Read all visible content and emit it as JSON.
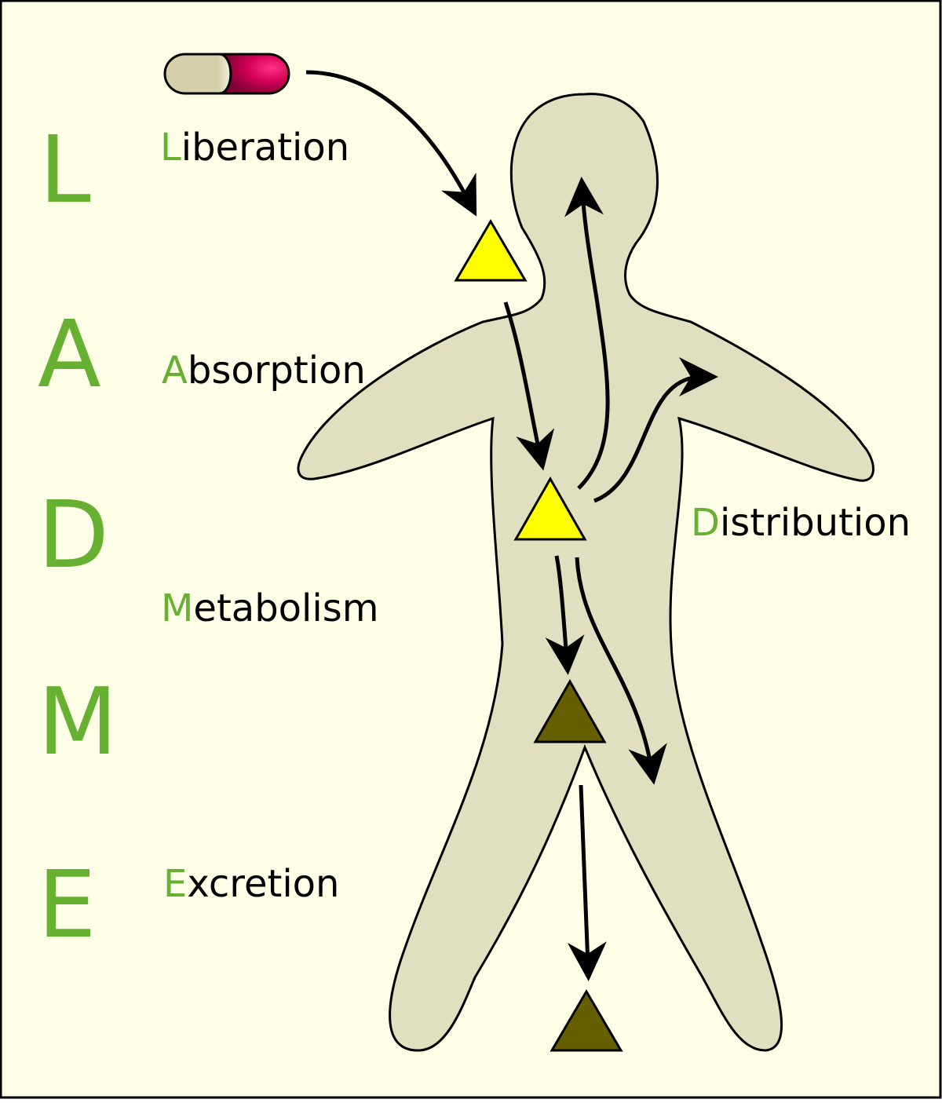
{
  "colors": {
    "background": "#ffffe8",
    "frame": "#000000",
    "body_fill": "#e0e0c0",
    "accent_green": "#66b032",
    "drug_yellow": "#ffff00",
    "metabolite_olive": "#665f00",
    "capsule_left": "#d3cfa8",
    "capsule_right": "#d40055",
    "arrow": "#000000",
    "text": "#000000"
  },
  "acronym": {
    "letters": [
      "L",
      "A",
      "D",
      "M",
      "E"
    ]
  },
  "stages": {
    "liberation": {
      "initial": "L",
      "rest": "iberation"
    },
    "absorption": {
      "initial": "A",
      "rest": "bsorption"
    },
    "distribution": {
      "initial": "D",
      "rest": "istribution"
    },
    "metabolism": {
      "initial": "M",
      "rest": "etabolism"
    },
    "excretion": {
      "initial": "E",
      "rest": "xcretion"
    }
  },
  "icons": {
    "capsule": "capsule-icon",
    "drug_molecule": "triangle-yellow",
    "metabolite": "triangle-olive"
  }
}
